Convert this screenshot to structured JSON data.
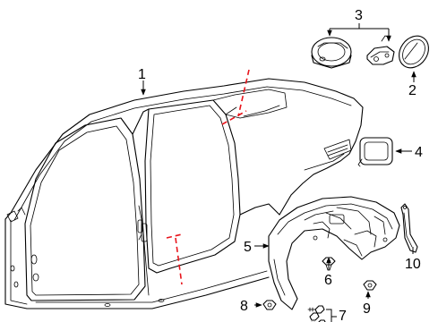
{
  "callouts": {
    "c1": "1",
    "c2": "2",
    "c3": "3",
    "c4": "4",
    "c5": "5",
    "c6": "6",
    "c7": "7",
    "c8": "8",
    "c9": "9",
    "c10": "10"
  },
  "colors": {
    "line": "#000000",
    "cut_line": "#e8141b",
    "background": "#ffffff"
  }
}
